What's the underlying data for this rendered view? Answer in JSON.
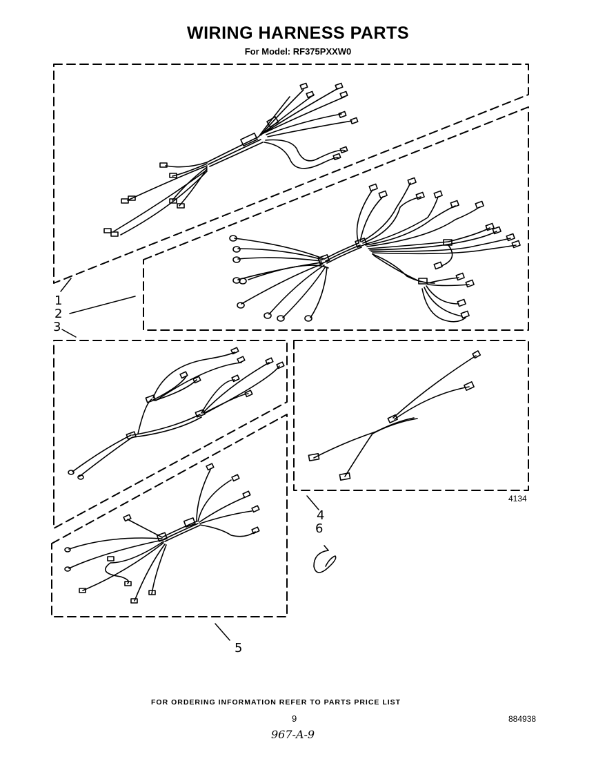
{
  "header": {
    "title": "WIRING HARNESS PARTS",
    "subtitle": "For Model: RF375PXXW0"
  },
  "callouts": {
    "c1": "1",
    "c2": "2",
    "c3": "3",
    "c4": "4",
    "c5": "5",
    "c6": "6"
  },
  "figure_number": "4134",
  "footer": {
    "ordering_note": "FOR ORDERING INFORMATION REFER TO PARTS PRICE LIST",
    "page_number": "9",
    "document_number": "884938",
    "handwritten_note": "967-A-9"
  }
}
